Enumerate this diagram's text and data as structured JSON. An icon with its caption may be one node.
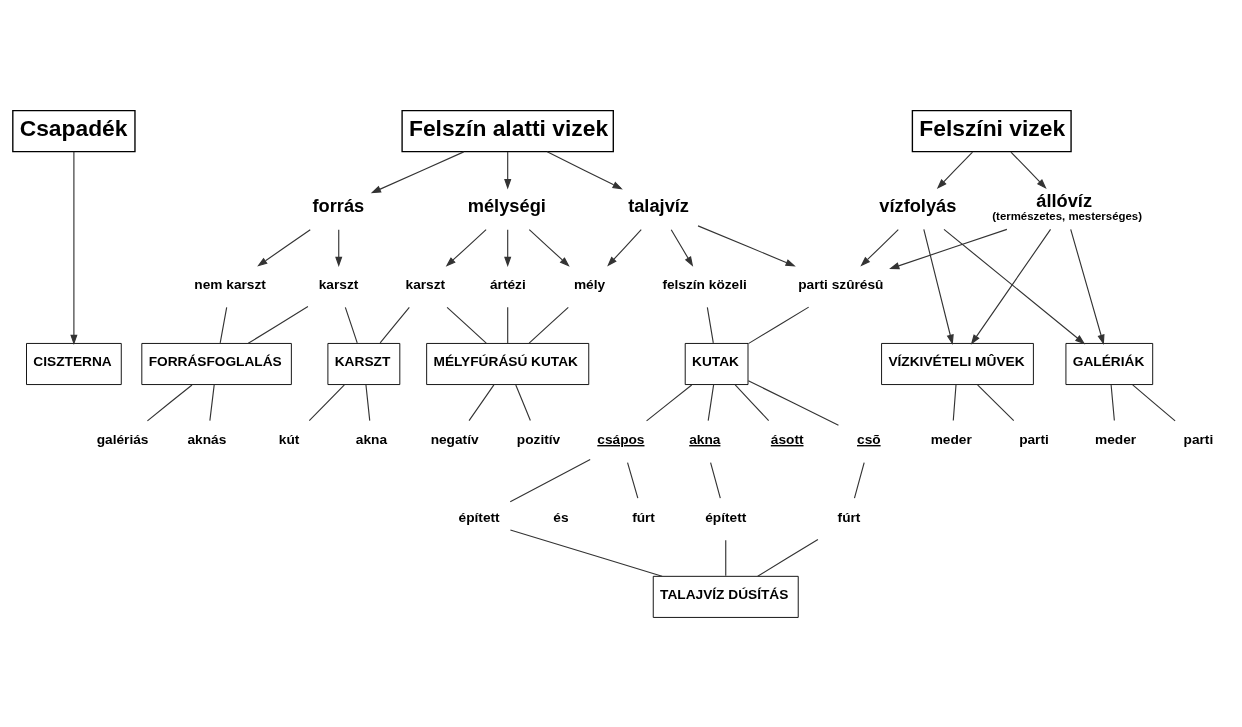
{
  "diagram": {
    "nodes": [
      {
        "text": [
          "Csapadék"
        ]
      },
      {
        "text": [
          "Felszíni vizek"
        ]
      },
      {
        "text": [
          "Felszín alatti vizek"
        ]
      },
      {
        "text": [
          "állóvíz",
          "(természetes, mesterséges)"
        ]
      },
      {
        "text": [
          "vízfolyás"
        ]
      },
      {
        "text": [
          "talajvíz"
        ]
      },
      {
        "text": [
          "mélységi"
        ]
      },
      {
        "text": [
          "forrás"
        ]
      },
      {
        "text": [
          "parti szûrésû"
        ]
      },
      {
        "text": [
          "felszín közeli"
        ]
      },
      {
        "text": [
          "mély"
        ]
      },
      {
        "text": [
          "ártézi"
        ]
      },
      {
        "text": [
          "karszt"
        ]
      },
      {
        "text": [
          "karszt"
        ]
      },
      {
        "text": [
          "nem karszt"
        ]
      },
      {
        "text": [
          "CISZTERNA"
        ]
      },
      {
        "text": [
          "VÍZKIVÉTELI MÛVEK"
        ]
      },
      {
        "text": [
          "GALÉRIÁK"
        ]
      },
      {
        "text": [
          "KUTAK"
        ]
      },
      {
        "text": [
          "MÉLYFÚRÁSÚ KUTAK"
        ]
      },
      {
        "text": [
          "KARSZT"
        ]
      },
      {
        "text": [
          "FORRÁSFOGLALÁS"
        ]
      },
      {
        "text": [
          "meder"
        ]
      },
      {
        "text": [
          "parti"
        ]
      },
      {
        "text": [
          "meder"
        ]
      },
      {
        "text": [
          "parti"
        ]
      },
      {
        "text": [
          "ásott"
        ]
      },
      {
        "text": [
          "akna"
        ]
      },
      {
        "text": [
          "csõ"
        ]
      },
      {
        "text": [
          "csápos"
        ]
      },
      {
        "text": [
          "negatív"
        ]
      },
      {
        "text": [
          "pozitív"
        ]
      },
      {
        "text": [
          "kút"
        ]
      },
      {
        "text": [
          "akna"
        ]
      },
      {
        "text": [
          "galériás"
        ]
      },
      {
        "text": [
          "aknás"
        ]
      },
      {
        "text": [
          "épített"
        ]
      },
      {
        "text": [
          "épített"
        ]
      },
      {
        "text": [
          "fúrt"
        ]
      },
      {
        "text": [
          "fúrt"
        ]
      },
      {
        "text": [
          "TALAJVÍZ DÚSÍTÁS"
        ]
      }
    ],
    "edges": [
      {
        "from": 0,
        "to": 15,
        "arrow": "to"
      },
      {
        "from": 1,
        "to": 3,
        "arrow": "to"
      },
      {
        "from": 1,
        "to": 4,
        "arrow": "to"
      },
      {
        "from": 2,
        "to": 5,
        "arrow": "to"
      },
      {
        "from": 2,
        "to": 6,
        "arrow": "to"
      },
      {
        "from": 2,
        "to": 7,
        "arrow": "to"
      },
      {
        "from": 3,
        "to": 8,
        "arrow": "to"
      },
      {
        "from": 3,
        "to": 16,
        "arrow": "to"
      },
      {
        "from": 3,
        "to": 17,
        "arrow": "to"
      },
      {
        "from": 4,
        "to": 8,
        "arrow": "to"
      },
      {
        "from": 4,
        "to": 16,
        "arrow": "to"
      },
      {
        "from": 4,
        "to": 17,
        "arrow": "to"
      },
      {
        "from": 5,
        "to": 8,
        "arrow": "to"
      },
      {
        "from": 5,
        "to": 9,
        "arrow": "to"
      },
      {
        "from": 5,
        "to": 10,
        "arrow": "to"
      },
      {
        "from": 6,
        "to": 10,
        "arrow": "to"
      },
      {
        "from": 6,
        "to": 11,
        "arrow": "to"
      },
      {
        "from": 6,
        "to": 12,
        "arrow": "to"
      },
      {
        "from": 7,
        "to": 13,
        "arrow": "to"
      },
      {
        "from": 7,
        "to": 14,
        "arrow": "to"
      },
      {
        "from": 8,
        "to": 18,
        "arrow": "none"
      },
      {
        "from": 9,
        "to": 18,
        "arrow": "none"
      },
      {
        "from": 10,
        "to": 19,
        "arrow": "none"
      },
      {
        "from": 11,
        "to": 19,
        "arrow": "none"
      },
      {
        "from": 12,
        "to": 19,
        "arrow": "none"
      },
      {
        "from": 12,
        "to": 20,
        "arrow": "none"
      },
      {
        "from": 13,
        "to": 20,
        "arrow": "none"
      },
      {
        "from": 13,
        "to": 21,
        "arrow": "none"
      },
      {
        "from": 14,
        "to": 21,
        "arrow": "none"
      },
      {
        "from": 16,
        "to": 22,
        "arrow": "none"
      },
      {
        "from": 16,
        "to": 23,
        "arrow": "none"
      },
      {
        "from": 17,
        "to": 24,
        "arrow": "none"
      },
      {
        "from": 17,
        "to": 25,
        "arrow": "none"
      },
      {
        "from": 18,
        "to": 26,
        "arrow": "none"
      },
      {
        "from": 18,
        "to": 27,
        "arrow": "none"
      },
      {
        "from": 18,
        "to": 28,
        "arrow": "none"
      },
      {
        "from": 18,
        "to": 29,
        "arrow": "none"
      },
      {
        "from": 19,
        "to": 30,
        "arrow": "none"
      },
      {
        "from": 19,
        "to": 31,
        "arrow": "none"
      },
      {
        "from": 20,
        "to": 32,
        "arrow": "none"
      },
      {
        "from": 20,
        "to": 33,
        "arrow": "none"
      },
      {
        "from": 21,
        "to": 34,
        "arrow": "none"
      },
      {
        "from": 21,
        "to": 35,
        "arrow": "none"
      },
      {
        "from": 27,
        "to": 36,
        "arrow": "none"
      },
      {
        "from": 29,
        "to": 37,
        "arrow": "none"
      },
      {
        "from": 29,
        "to": 38,
        "arrow": "none"
      },
      {
        "from": 28,
        "to": 39,
        "arrow": "none"
      },
      {
        "from": 36,
        "to": 40,
        "arrow": "none"
      },
      {
        "from": 37,
        "to": 40,
        "arrow": "none"
      },
      {
        "from": 39,
        "to": 40,
        "arrow": "none"
      }
    ],
    "labels": [
      "és"
    ]
  }
}
